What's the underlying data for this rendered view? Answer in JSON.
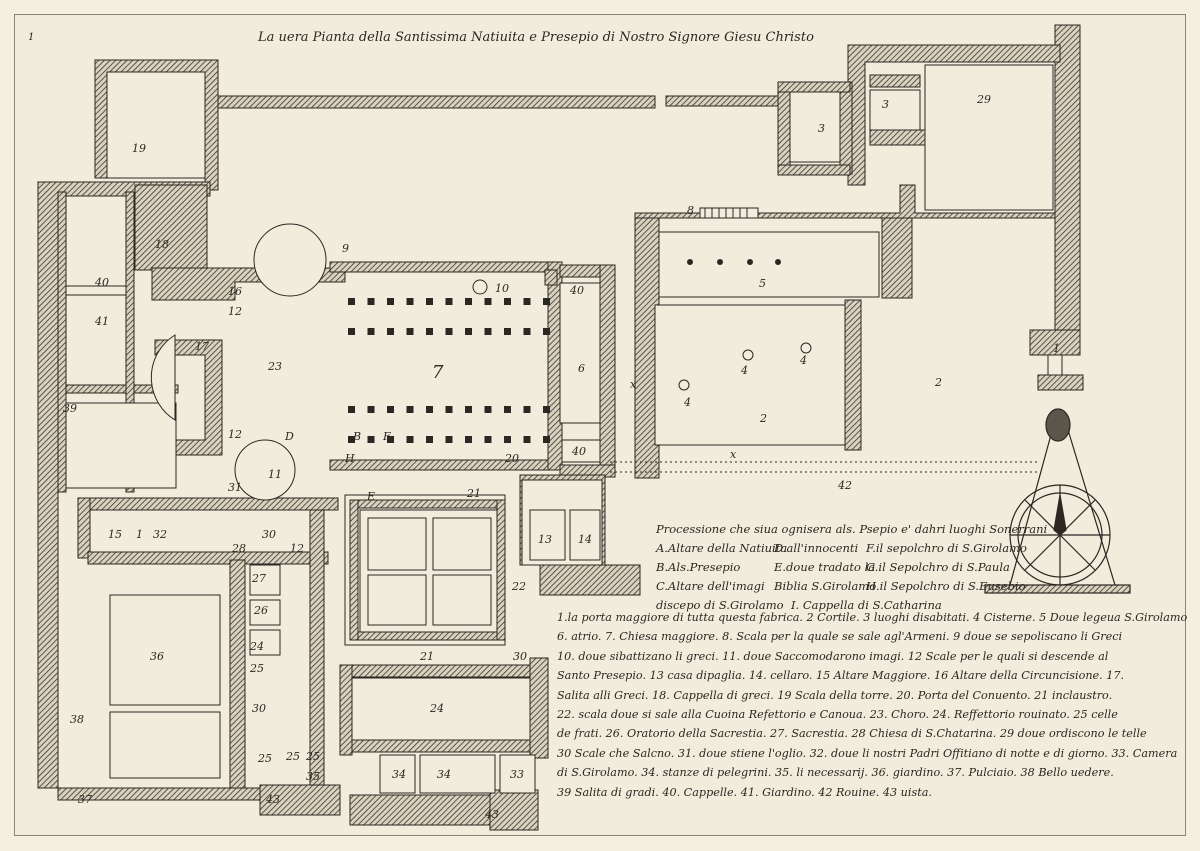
{
  "plate_number": "1",
  "title": "La uera Pianta della Santissima Natiuita e Presepio di Nostro Signore Giesu Christo",
  "processione": {
    "heading": "Processione che siua ognisera als. Psepio e' dahri luoghi Sonerrani",
    "rows": [
      [
        "A.Altare della Natiuita",
        "D.all'innocenti",
        "F.il sepolchro di S.Girolamo"
      ],
      [
        "B.Als.Presepio",
        "E.doue tradato la",
        "G.il Sepolchro di S.Paula"
      ],
      [
        "C.Altare dell'imagi",
        "Biblia S.Girolamo",
        "H.il Sepolchro di S.Eusebio"
      ]
    ],
    "last": [
      "discepo di S.Girolamo",
      "I. Cappella di S.Catharina"
    ]
  },
  "legend_lines": [
    "1.la porta maggiore di tutta questa fabrica. 2 Cortile. 3 luoghi disabitati. 4 Cisterne. 5 Doue legeua S.Girolamo",
    "6. atrio. 7. Chiesa maggiore. 8. Scala per la quale se sale agl'Armeni. 9 doue se sepoliscano li Greci",
    "10. doue sibattizano li greci. 11. doue Saccomodarono imagi. 12 Scale per le quali si descende al",
    "Santo Presepio. 13 casa dipaglia. 14. cellaro. 15 Altare Maggiore. 16 Altare della Circuncisione. 17.",
    "Salita alli Greci. 18. Cappella di greci. 19 Scala della torre. 20. Porta del Conuento. 21 inclaustro.",
    "22. scala doue si sale alla Cuoina Refettorio e Canoua. 23. Choro. 24. Reffettorio rouinato. 25 celle",
    "de frati. 26. Oratorio della Sacrestia. 27. Sacrestia. 28 Chiesa di S.Chatarina. 29 doue ordiscono le telle",
    "30 Scale che Salcno. 31. doue stiene l'oglio. 32. doue li nostri Padri Offitiano di notte e di giorno. 33. Camera",
    "di S.Girolamo. 34. stanze di pelegrini. 35. li necessarij. 36. giardino. 37. Pulciaio. 38 Bello uedere.",
    "39 Salita di gradi. 40. Cappelle. 41. Giardino. 42 Rouine. 43 uista."
  ],
  "plan_labels": [
    {
      "t": "19"
    },
    {
      "t": "18"
    },
    {
      "t": "40"
    },
    {
      "t": "41"
    },
    {
      "t": "39"
    },
    {
      "t": "16"
    },
    {
      "t": "12"
    },
    {
      "t": "17"
    },
    {
      "t": "23"
    },
    {
      "t": "12"
    },
    {
      "t": "D"
    },
    {
      "t": "B"
    },
    {
      "t": "F"
    },
    {
      "t": "H"
    },
    {
      "t": "11"
    },
    {
      "t": "9"
    },
    {
      "t": "10"
    },
    {
      "t": "7"
    },
    {
      "t": "40"
    },
    {
      "t": "6"
    },
    {
      "t": "40"
    },
    {
      "t": "20"
    },
    {
      "t": "E"
    },
    {
      "t": "21"
    },
    {
      "t": "13"
    },
    {
      "t": "14"
    },
    {
      "t": "22"
    },
    {
      "t": "21"
    },
    {
      "t": "30"
    },
    {
      "t": "31"
    },
    {
      "t": "15"
    },
    {
      "t": "1"
    },
    {
      "t": "32"
    },
    {
      "t": "28"
    },
    {
      "t": "30"
    },
    {
      "t": "12"
    },
    {
      "t": "27"
    },
    {
      "t": "26"
    },
    {
      "t": "24"
    },
    {
      "t": "25"
    },
    {
      "t": "36"
    },
    {
      "t": "30"
    },
    {
      "t": "24"
    },
    {
      "t": "25"
    },
    {
      "t": "25"
    },
    {
      "t": "25"
    },
    {
      "t": "35"
    },
    {
      "t": "34"
    },
    {
      "t": "34"
    },
    {
      "t": "33"
    },
    {
      "t": "43"
    },
    {
      "t": "43"
    },
    {
      "t": "37"
    },
    {
      "t": "38"
    },
    {
      "t": "8"
    },
    {
      "t": "5"
    },
    {
      "t": "4"
    },
    {
      "t": "4"
    },
    {
      "t": "4"
    },
    {
      "t": "2"
    },
    {
      "t": "2"
    },
    {
      "t": "x"
    },
    {
      "t": "x"
    },
    {
      "t": "42"
    },
    {
      "t": "3"
    },
    {
      "t": "3"
    },
    {
      "t": "29"
    },
    {
      "t": "1"
    }
  ],
  "colors": {
    "paper": "#f1ecdc",
    "ink": "#2b2722",
    "hatch": "#5b554b"
  },
  "instrument": "compass-rose-icon"
}
